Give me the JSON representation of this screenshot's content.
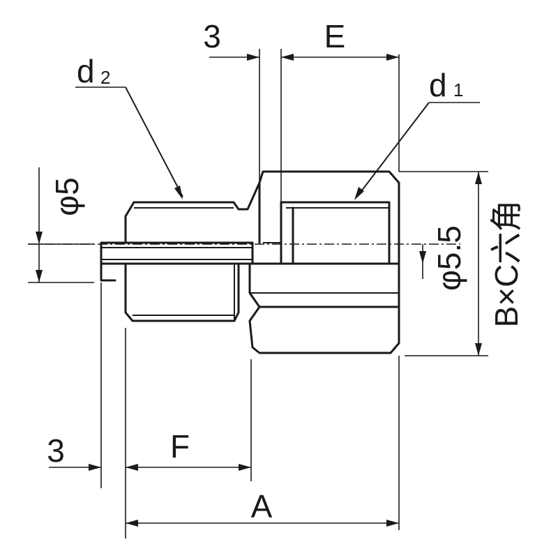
{
  "labels": {
    "dim_3_top": "3",
    "dim_E": "E",
    "d2_main": "d",
    "d2_sub": "2",
    "d1_main": "d",
    "d1_sub": "1",
    "phi5": "φ5",
    "phi5_5": "φ5.5",
    "hex": "B×C六角",
    "dim_3_bottom": "3",
    "dim_F": "F",
    "dim_A": "A"
  }
}
